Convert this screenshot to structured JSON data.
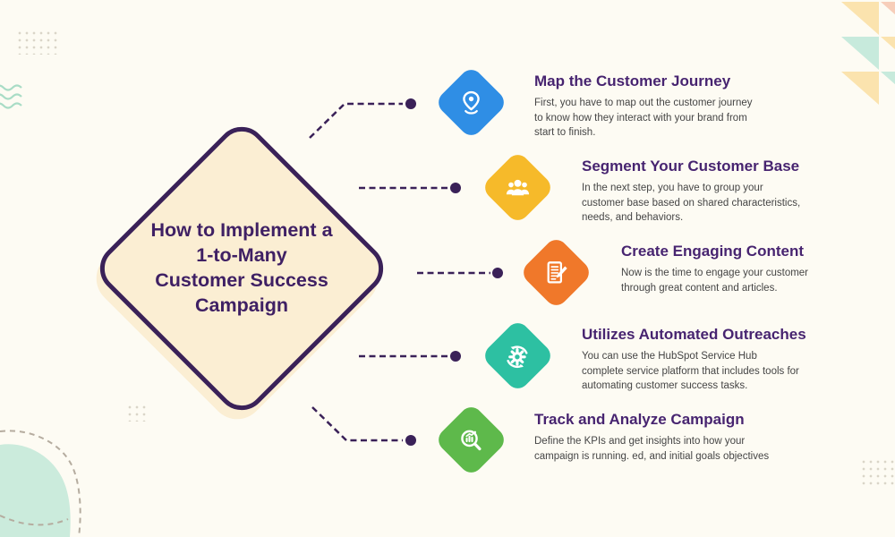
{
  "center": {
    "title": "How to Implement a 1-to-Many Customer Success Campaign",
    "title_lines": [
      "How to Implement a",
      "1-to-Many",
      "Customer Success",
      "Campaign"
    ]
  },
  "steps": [
    {
      "title": "Map the Customer Journey",
      "description": "First, you have to map out the customer journey to know how they interact with your brand from start to finish.",
      "description_lines": [
        "First, you have to map out the customer journey",
        "to know how they interact with your brand from",
        "start to finish."
      ],
      "icon": "location-pin-icon",
      "color": "#2F8EE5"
    },
    {
      "title": "Segment Your Customer Base",
      "description": "In the next step, you have to group your customer base based on shared characteristics, needs, and behaviors.",
      "description_lines": [
        "In the next step, you have to group your",
        "customer base based on shared characteristics,",
        "needs, and behaviors."
      ],
      "icon": "people-group-icon",
      "color": "#F6BA2A"
    },
    {
      "title": "Create Engaging Content",
      "description": "Now is the time to engage your customer through great content and articles.",
      "description_lines": [
        "Now is the time to engage your customer",
        "through great content and articles."
      ],
      "icon": "document-pencil-icon",
      "color": "#F0782A"
    },
    {
      "title": "Utilizes Automated Outreaches",
      "description": "You can use the HubSpot Service Hub complete service platform that includes tools for automating customer success tasks.",
      "description_lines": [
        "You can use the HubSpot Service Hub",
        "complete service platform that includes tools for",
        "automating customer success tasks."
      ],
      "icon": "gear-sync-icon",
      "color": "#2DC0A2"
    },
    {
      "title": "Track and Analyze Campaign",
      "description": "Define the KPIs and get insights into how your campaign is running. ed, and initial goals objectives",
      "description_lines": [
        "Define the KPIs and get insights into how your",
        "campaign is running. ed, and initial goals objectives"
      ],
      "icon": "magnifier-chart-icon",
      "color": "#5EB94B"
    }
  ],
  "colors": {
    "background": "#FDFBF3",
    "center_fill": "#FBEED3",
    "outline_purple": "#3A2158",
    "title_purple": "#3F2064",
    "step_title_purple": "#472470",
    "body_text": "#454545",
    "step_blue": "#2F8EE5",
    "step_yellow": "#F6BA2A",
    "step_orange": "#F0782A",
    "step_teal": "#2DC0A2",
    "step_green": "#5EB94B"
  },
  "decor": {
    "triangle_colors": {
      "yellow": "#FBE3AE",
      "salmon": "#F7CEBA",
      "mint": "#C7EADC"
    },
    "blob_color": "#CBEBDC",
    "dash_color": "#B5AC9F",
    "dot_color": "#DAD5C8",
    "wave_color": "#A9DCC6"
  }
}
